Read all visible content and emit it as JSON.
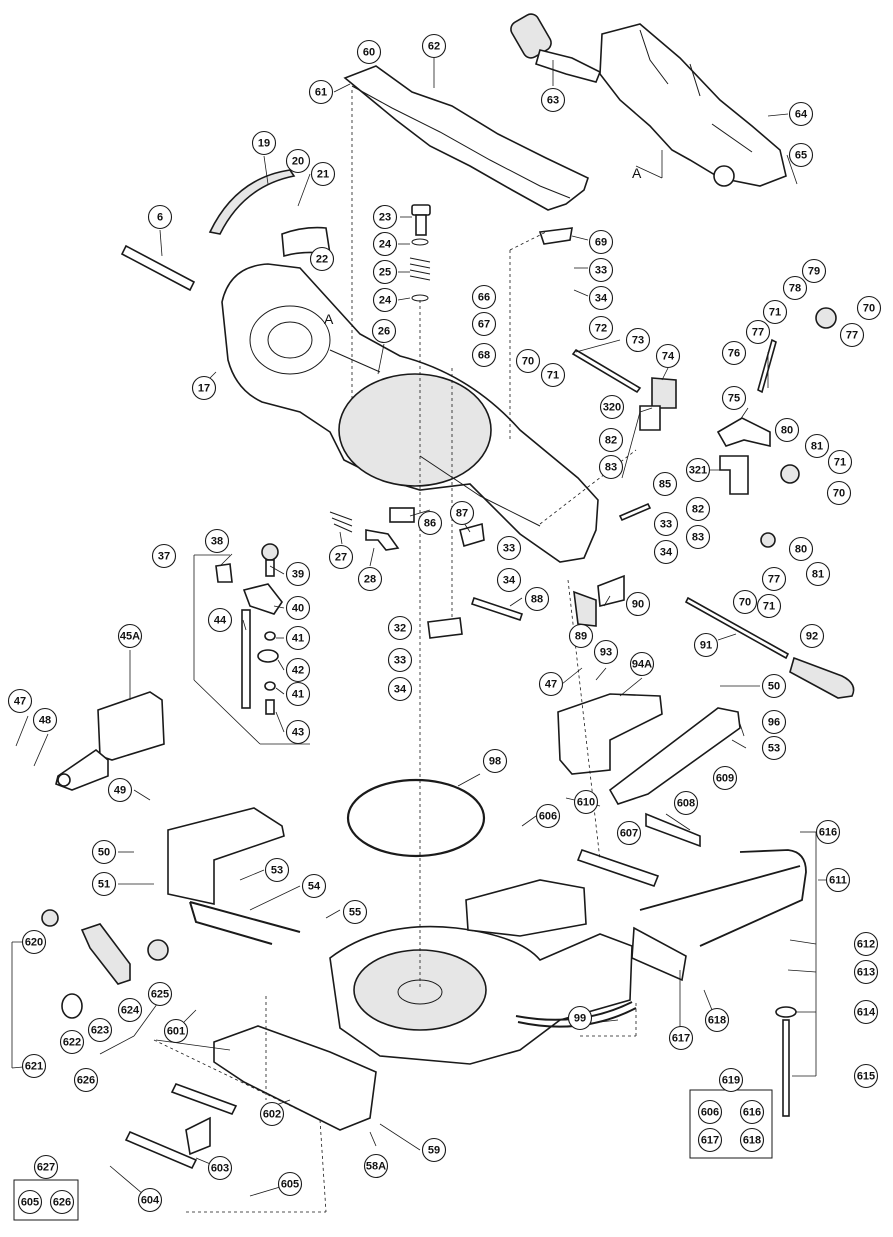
{
  "figure": {
    "callouts": [
      "60",
      "62",
      "61",
      "63",
      "64",
      "65",
      "19",
      "20",
      "21",
      "6",
      "23",
      "24",
      "25",
      "24",
      "22",
      "26",
      "17",
      "66",
      "67",
      "68",
      "69",
      "33",
      "34",
      "70",
      "71",
      "72",
      "73",
      "74",
      "79",
      "78",
      "70",
      "71",
      "77",
      "77",
      "76",
      "75",
      "320",
      "82",
      "83",
      "321",
      "82",
      "83",
      "80",
      "81",
      "71",
      "70",
      "85",
      "86",
      "87",
      "33",
      "34",
      "27",
      "28",
      "80",
      "77",
      "81",
      "70",
      "71",
      "33",
      "34",
      "88",
      "89",
      "90",
      "91",
      "92",
      "37",
      "38",
      "39",
      "40",
      "44",
      "41",
      "42",
      "41",
      "43",
      "32",
      "33",
      "34",
      "45A",
      "47",
      "48",
      "49",
      "47",
      "93",
      "94A",
      "50",
      "96",
      "53",
      "98",
      "609",
      "608",
      "606",
      "610",
      "607",
      "616",
      "611",
      "612",
      "613",
      "614",
      "615",
      "50",
      "51",
      "53",
      "54",
      "55",
      "620",
      "625",
      "624",
      "622",
      "623",
      "621",
      "626",
      "601",
      "99",
      "617",
      "618",
      "602",
      "59",
      "603",
      "604",
      "605",
      "58A"
    ],
    "reference_label": "A",
    "kits": [
      {
        "number": "619",
        "contents": [
          "606",
          "616",
          "617",
          "618"
        ]
      },
      {
        "number": "627",
        "contents": [
          "605",
          "626"
        ]
      }
    ]
  }
}
